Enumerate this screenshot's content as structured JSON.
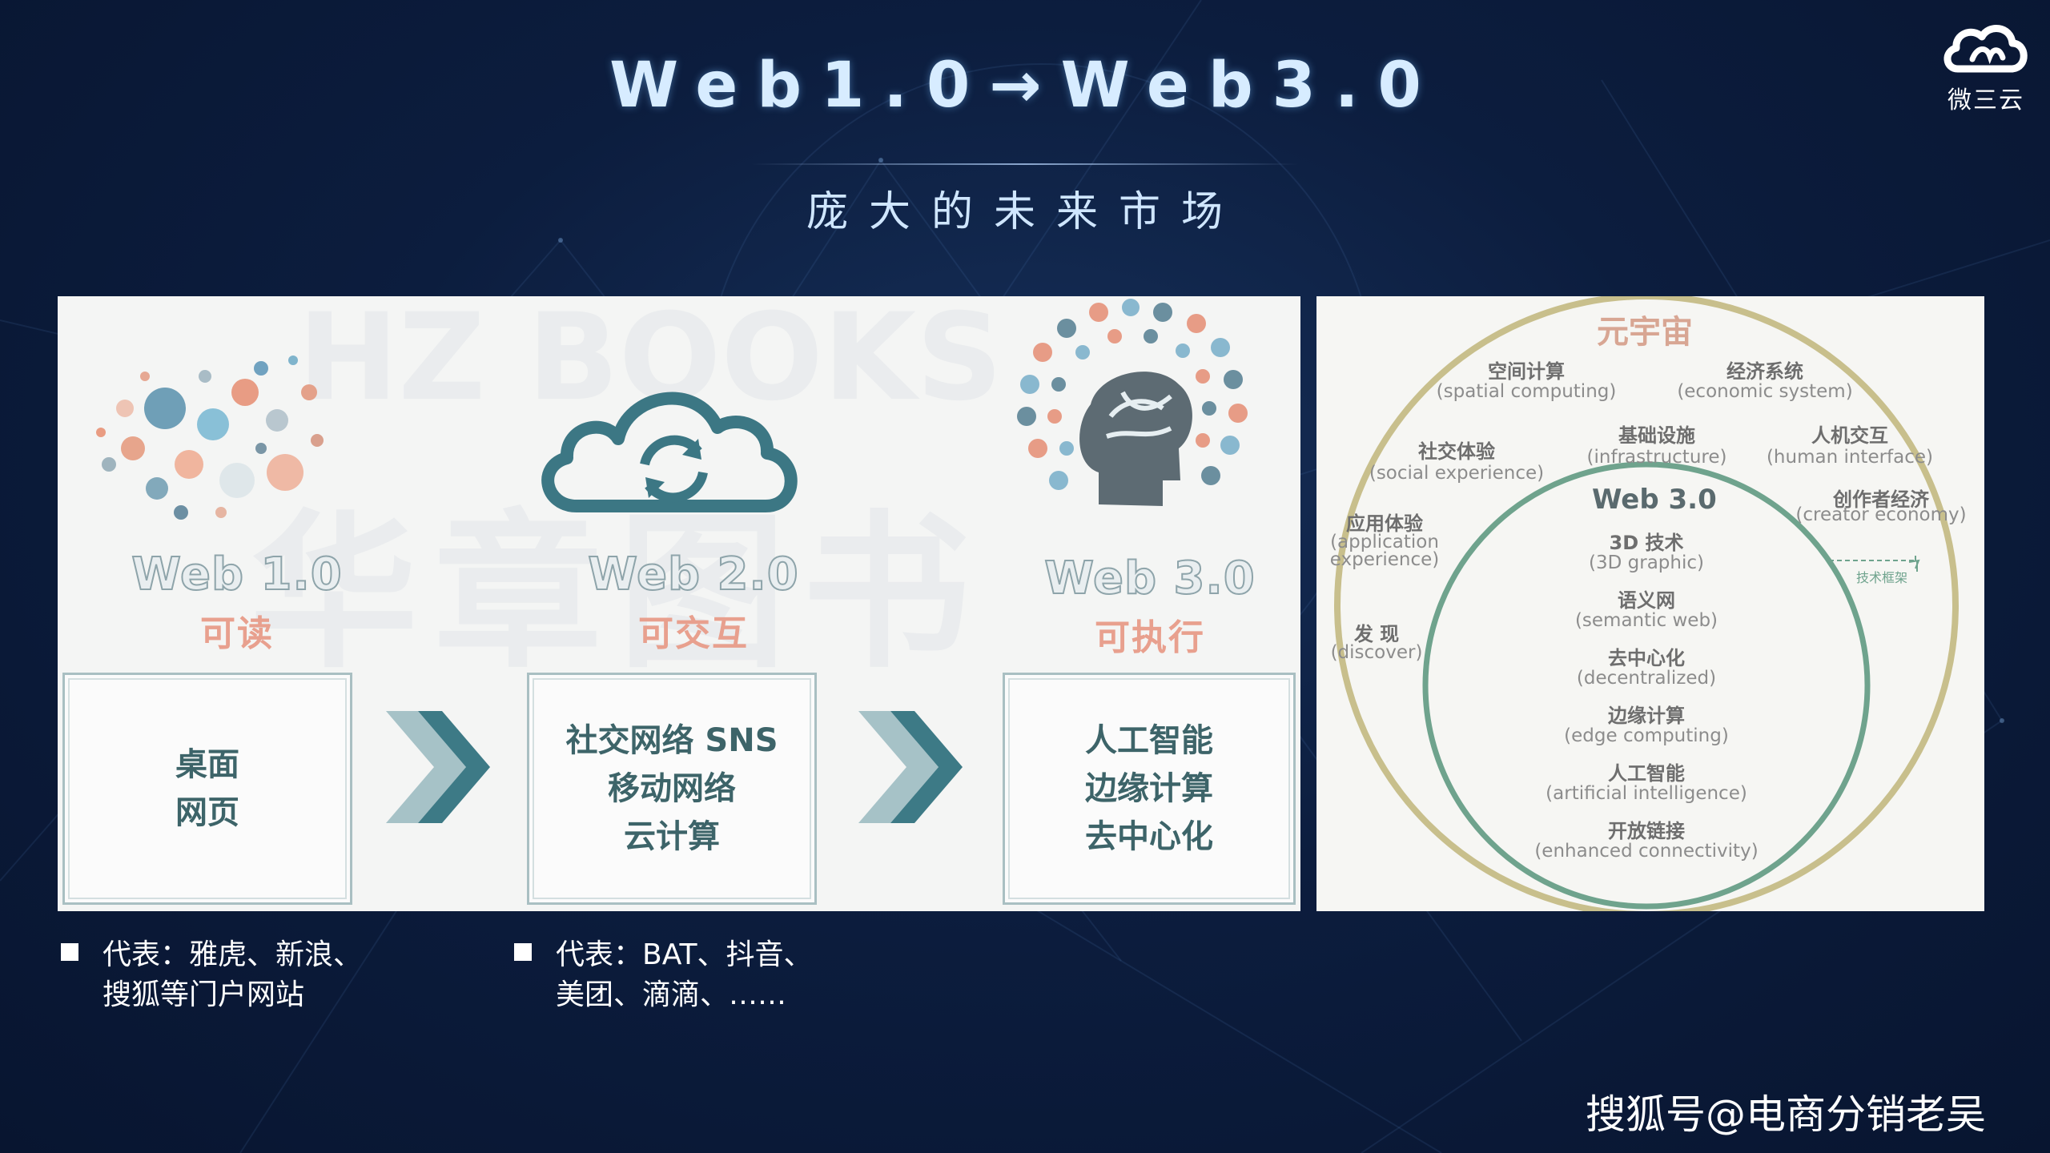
{
  "header": {
    "title": "Web1.0→Web3.0",
    "subtitle": "庞大的未来市场"
  },
  "logo": {
    "text": "微三云",
    "icon": "cloud-logo-icon"
  },
  "left_panel": {
    "watermark_top": "HZ BOOKS",
    "watermark_main": "华章图书",
    "eras": [
      {
        "label": "Web 1.0",
        "sub": "可读",
        "items": [
          "桌面",
          "网页"
        ],
        "icon": "bubbles-icon"
      },
      {
        "label": "Web 2.0",
        "sub": "可交互",
        "items": [
          "社交网络 SNS",
          "移动网络",
          "云计算"
        ],
        "icon": "cloud-sync-icon"
      },
      {
        "label": "Web 3.0",
        "sub": "可执行",
        "items": [
          "人工智能",
          "边缘计算",
          "去中心化"
        ],
        "icon": "brain-icon"
      }
    ],
    "colors": {
      "era_text": "#e8a08e",
      "box_text": "#3d6469",
      "chevron": "#5a8f99"
    }
  },
  "right_panel": {
    "title": "元宇宙",
    "outer_items": [
      {
        "cn": "空间计算",
        "en": "(spatial computing)"
      },
      {
        "cn": "经济系统",
        "en": "(economic system)"
      },
      {
        "cn": "社交体验",
        "en": "(social experience)"
      },
      {
        "cn": "基础设施",
        "en": "(infrastructure)"
      },
      {
        "cn": "人机交互",
        "en": "(human interface)"
      },
      {
        "cn": "应用体验",
        "en": "(application",
        "en2": "experience)"
      },
      {
        "cn": "创作者经济",
        "en": "(creator economy)"
      },
      {
        "cn": "发 现",
        "en": "(discover)"
      }
    ],
    "framework_label": "技术框架",
    "inner_title": "Web 3.0",
    "inner_items": [
      {
        "cn": "3D 技术",
        "en": "(3D graphic)"
      },
      {
        "cn": "语义网",
        "en": "(semantic web)"
      },
      {
        "cn": "去中心化",
        "en": "(decentralized)"
      },
      {
        "cn": "边缘计算",
        "en": "(edge computing)"
      },
      {
        "cn": "人工智能",
        "en": "(artificial intelligence)"
      },
      {
        "cn": "开放链接",
        "en": "(enhanced connectivity)"
      }
    ],
    "colors": {
      "outer_ring": "#c8bf8c",
      "inner_ring": "#6fa38d"
    }
  },
  "bullets": [
    {
      "line1": "代表：雅虎、新浪、",
      "line2": "搜狐等门户网站"
    },
    {
      "line1": "代表：BAT、抖音、",
      "line2": "美团、滴滴、……"
    }
  ],
  "footer": {
    "brand": "搜狐号@电商分销老吴"
  }
}
